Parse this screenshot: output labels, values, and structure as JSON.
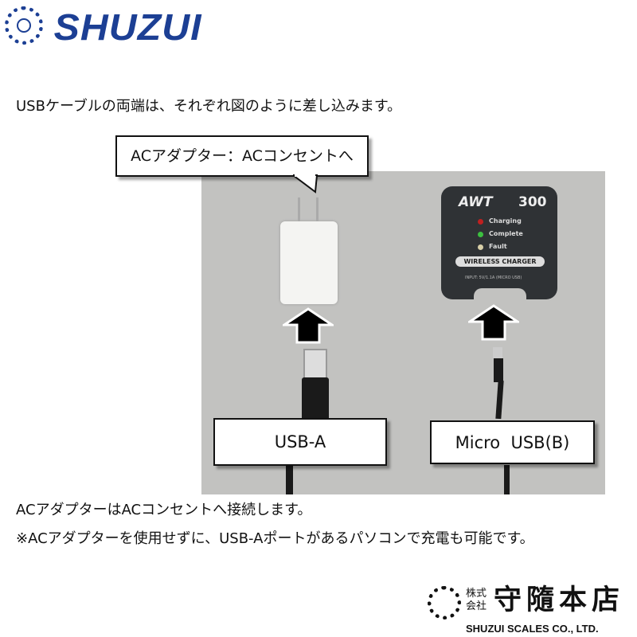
{
  "brand": {
    "logo_text": "SHUZUI"
  },
  "intro": "USBケーブルの両端は、それぞれ図のように差し込みます。",
  "callout": "ACアダプター：ACコンセントへ",
  "charger": {
    "model": "AWT",
    "number": "300",
    "leds": [
      {
        "label": "Charging",
        "color": "#c02020"
      },
      {
        "label": "Complete",
        "color": "#3cc040"
      },
      {
        "label": "Fault",
        "color": "#d8cfa8"
      }
    ],
    "badge": "WIRELESS CHARGER",
    "input": "INPUT: 5V/1.1A (MICRO USB)"
  },
  "labels": {
    "usb_a": "USB-A",
    "micro_usb": "Micro  USB(B)"
  },
  "notes": [
    "ACアダプターはACコンセントへ接続します。",
    "※ACアダプターを使用せずに、USB-Aポートがあるパソコンで充電も可能です。"
  ],
  "footer": {
    "company_jp_small": "株式会社",
    "company_jp": "守隨本店",
    "company_en": "SHUZUI SCALES CO., LTD."
  }
}
